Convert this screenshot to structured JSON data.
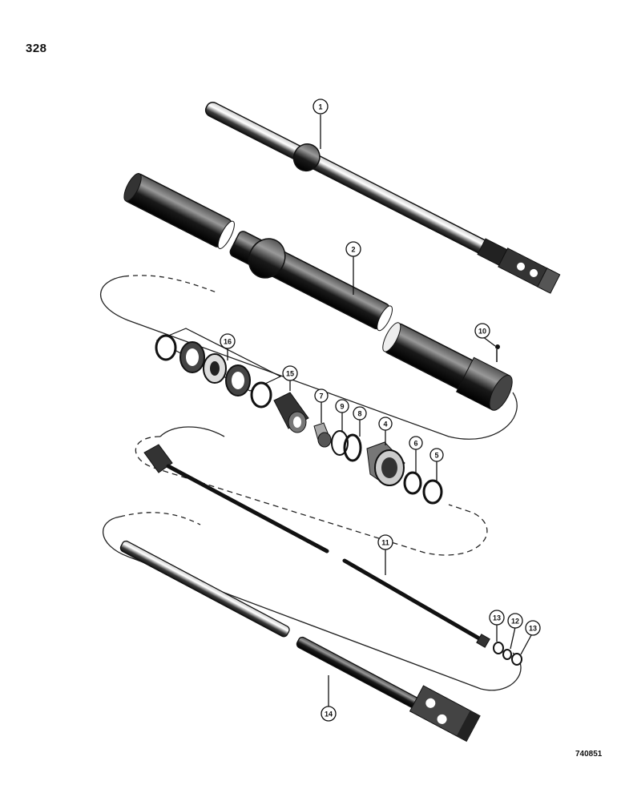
{
  "page": {
    "number": "328",
    "drawing_code": "740851"
  },
  "callouts": [
    {
      "id": "c1",
      "label": "1"
    },
    {
      "id": "c2",
      "label": "2"
    },
    {
      "id": "c10",
      "label": "10"
    },
    {
      "id": "c16",
      "label": "16"
    },
    {
      "id": "c15",
      "label": "15"
    },
    {
      "id": "c7",
      "label": "7"
    },
    {
      "id": "c9",
      "label": "9"
    },
    {
      "id": "c8",
      "label": "8"
    },
    {
      "id": "c4",
      "label": "4"
    },
    {
      "id": "c6",
      "label": "6"
    },
    {
      "id": "c5",
      "label": "5"
    },
    {
      "id": "c11",
      "label": "11"
    },
    {
      "id": "c13a",
      "label": "13"
    },
    {
      "id": "c12",
      "label": "12"
    },
    {
      "id": "c13b",
      "label": "13"
    },
    {
      "id": "c14",
      "label": "14"
    }
  ]
}
